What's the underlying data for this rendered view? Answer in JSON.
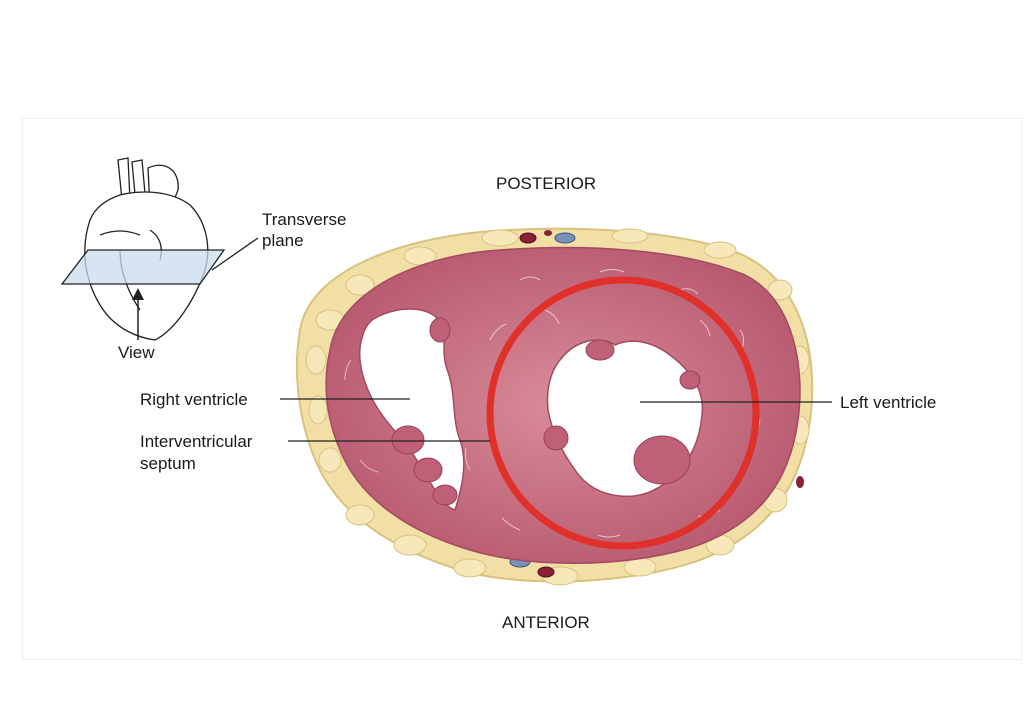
{
  "labels": {
    "posterior": "POSTERIOR",
    "anterior": "ANTERIOR",
    "transverse_line1": "Transverse",
    "transverse_line2": "plane",
    "view": "View",
    "right_ventricle": "Right ventricle",
    "septum_line1": "Interventricular",
    "septum_line2": "septum",
    "left_ventricle": "Left ventricle"
  },
  "colors": {
    "fat": "#f1dfa6",
    "myocardium": "#c76a7e",
    "lumen": "#ffffff",
    "highlight_circle": "#e0302a"
  },
  "highlight": "Left ventricle"
}
